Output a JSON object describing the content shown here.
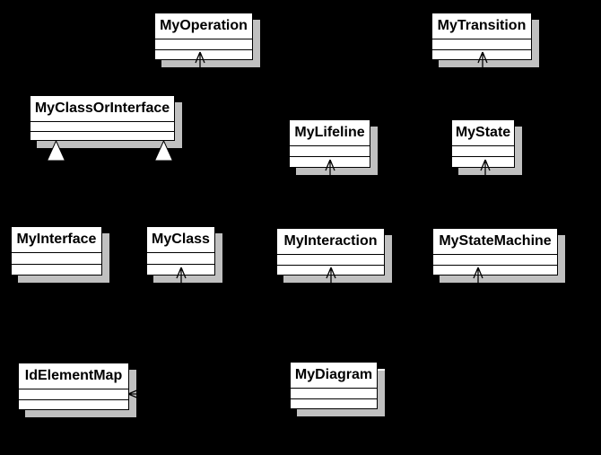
{
  "diagram": {
    "type": "uml-class-diagram",
    "colors": {
      "background": "#000000",
      "box_fill": "#ffffff",
      "box_border": "#000000",
      "shadow": "#c0c0c0",
      "text": "#000000"
    },
    "classes": [
      {
        "name": "MyOperation"
      },
      {
        "name": "MyTransition"
      },
      {
        "name": "MyClassOrInterface"
      },
      {
        "name": "MyLifeline"
      },
      {
        "name": "MyState"
      },
      {
        "name": "MyInterface"
      },
      {
        "name": "MyClass"
      },
      {
        "name": "MyInteraction"
      },
      {
        "name": "MyStateMachine"
      },
      {
        "name": "IdElementMap"
      },
      {
        "name": "MyDiagram"
      }
    ],
    "arrowheads": [
      {
        "shape": "open-arrowhead-up",
        "attached_to": "MyOperation"
      },
      {
        "shape": "open-arrowhead-up",
        "attached_to": "MyTransition"
      },
      {
        "shape": "open-arrowhead-up",
        "attached_to": "MyLifeline"
      },
      {
        "shape": "open-arrowhead-up",
        "attached_to": "MyState"
      },
      {
        "shape": "open-arrowhead-up",
        "attached_to": "MyClass"
      },
      {
        "shape": "open-arrowhead-up",
        "attached_to": "MyInteraction"
      },
      {
        "shape": "open-arrowhead-up",
        "attached_to": "MyStateMachine"
      },
      {
        "shape": "hollow-triangle-up-left",
        "attached_to": "MyClassOrInterface"
      },
      {
        "shape": "hollow-triangle-up-right",
        "attached_to": "MyClassOrInterface"
      },
      {
        "shape": "open-arrowhead-left",
        "attached_to": "IdElementMap"
      },
      {
        "shape": "line-stub-right",
        "attached_to": "MyDiagram"
      }
    ]
  }
}
